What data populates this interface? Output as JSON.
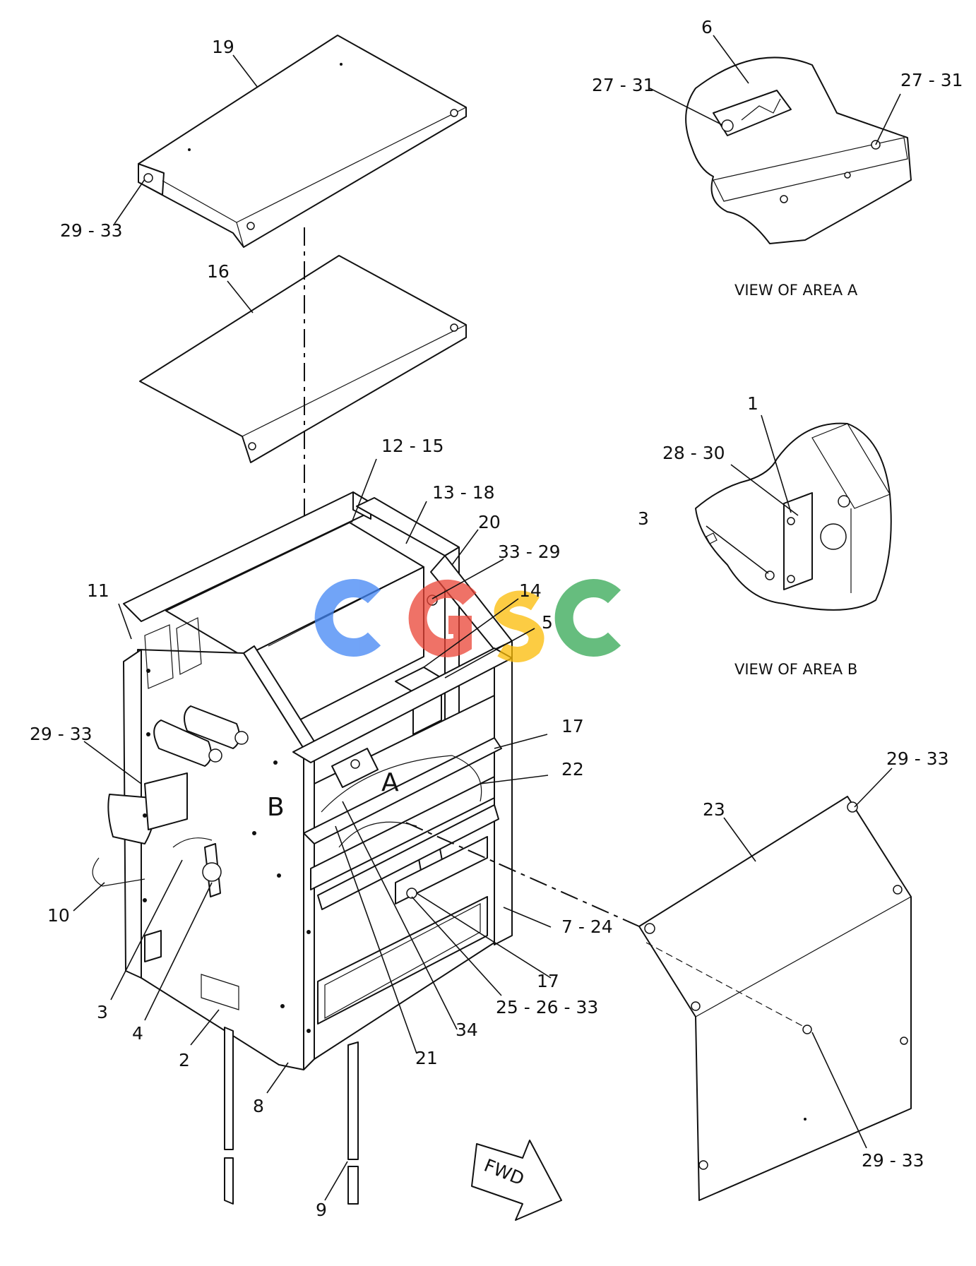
{
  "views": {
    "area_a": "VIEW OF AREA A",
    "area_b": "VIEW OF AREA B"
  },
  "area_letters": {
    "a": "A",
    "b": "B"
  },
  "fwd_arrow": "FWD",
  "watermark": {
    "text": "CGSC",
    "colors": [
      "#4285F4",
      "#EA4335",
      "#FBBC05",
      "#34A853"
    ]
  },
  "callouts": {
    "c19": "19",
    "c29_33_top": "29 - 33",
    "c16": "16",
    "c6": "6",
    "c27_31_left": "27 - 31",
    "c27_31_right": "27 - 31",
    "c12_15": "12 - 15",
    "c13_18": "13 - 18",
    "c20": "20",
    "c33_29": "33 - 29",
    "c14": "14",
    "c5": "5",
    "c11": "11",
    "c1": "1",
    "c28_30": "28 - 30",
    "c3_b": "3",
    "c29_33_left": "29 - 33",
    "c17_top": "17",
    "c22": "22",
    "c29_33_right": "29 - 33",
    "c23": "23",
    "c10": "10",
    "c7_24": "7 - 24",
    "c17_bot": "17",
    "c25_26_33": "25 - 26 - 33",
    "c3": "3",
    "c4": "4",
    "c2": "2",
    "c34": "34",
    "c21": "21",
    "c8": "8",
    "c29_33_bot": "29 - 33",
    "c9": "9"
  }
}
